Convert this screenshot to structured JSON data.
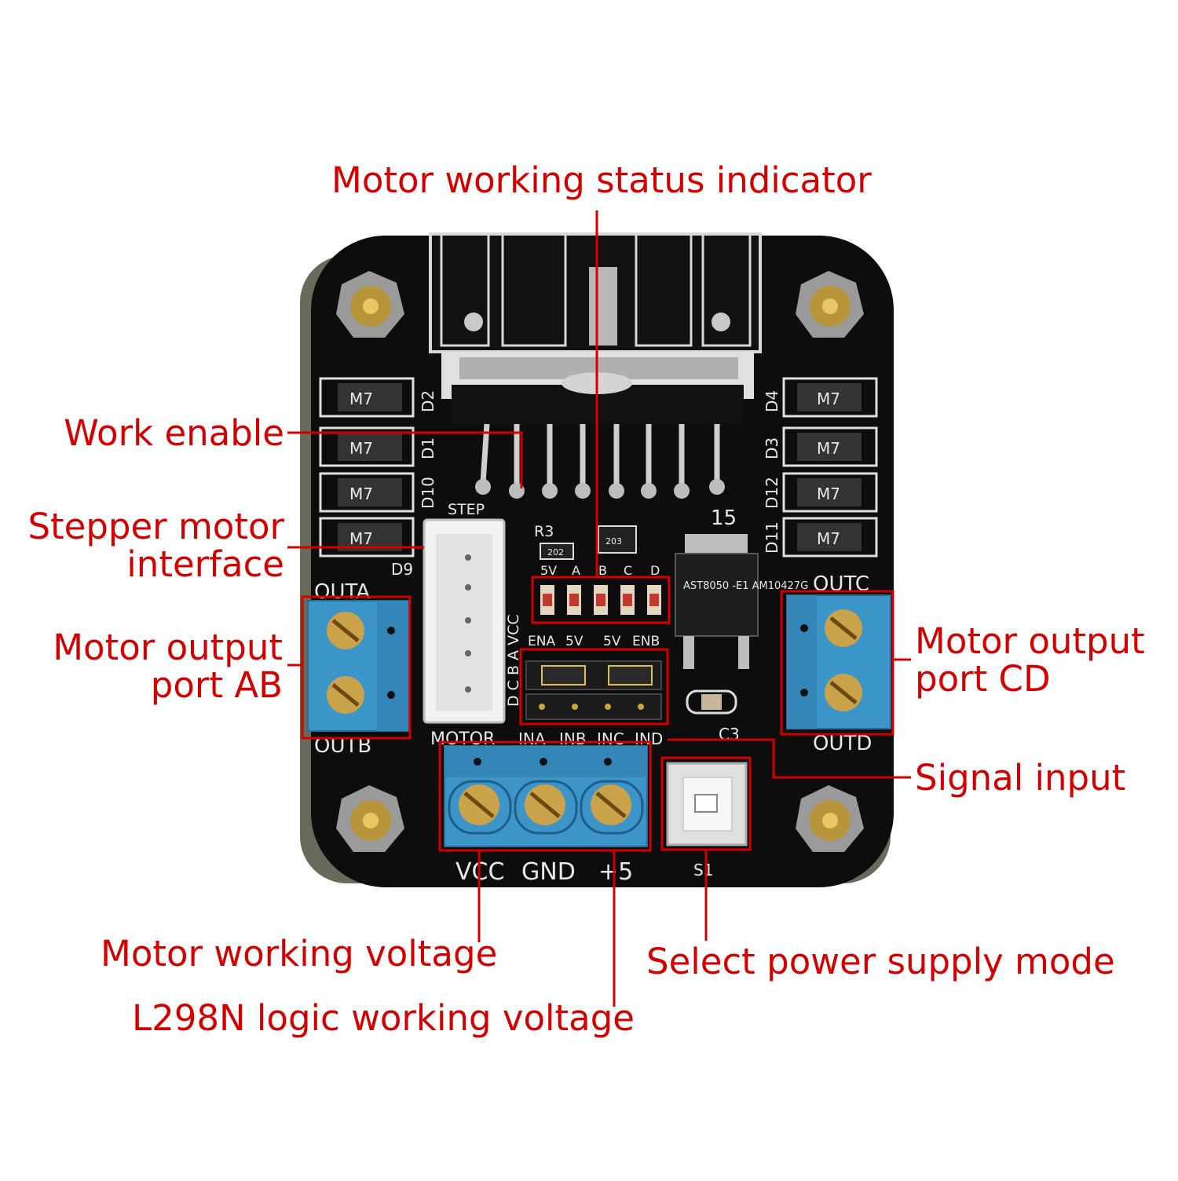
{
  "colors": {
    "annotation": "#d40000",
    "board": "#0d0d0d",
    "terminal": "#3c95c9",
    "silkscreen": "#e8e8e8"
  },
  "annotations": {
    "status_indicator": "Motor working status indicator",
    "work_enable": "Work enable",
    "stepper_interface_line1": "Stepper motor",
    "stepper_interface_line2": "interface",
    "output_ab_line1": "Motor output",
    "output_ab_line2": "port AB",
    "output_cd_line1": "Motor output",
    "output_cd_line2": "port CD",
    "signal_input": "Signal input",
    "motor_voltage": "Motor working voltage",
    "power_mode": "Select power supply mode",
    "logic_voltage": "L298N logic working voltage"
  },
  "silkscreen": {
    "d2": "D2",
    "d1": "D1",
    "d10": "D10",
    "d9": "D9",
    "d4": "D4",
    "d3": "D3",
    "d12": "D12",
    "d11": "D11",
    "diode": "M7",
    "step": "STEP",
    "r3": "R3",
    "r3_code": "202",
    "ic_code": "203",
    "pin_15": "15",
    "led_5v": "5V",
    "led_a": "A",
    "led_b": "B",
    "led_c": "C",
    "led_d": "D",
    "jumper_ena": "ENA",
    "jumper_5v_1": "5V",
    "jumper_5v_2": "5V",
    "jumper_enb": "ENB",
    "header_pins": "D C B A VCC",
    "regulator": "AST8050 -E1 AM10427G",
    "outa": "OUTA",
    "outb": "OUTB",
    "outc": "OUTC",
    "outd": "OUTD",
    "motor": "MOTOR",
    "ina": "INA",
    "inb": "INB",
    "inc": "INC",
    "ind": "IND",
    "vcc": "VCC",
    "gnd": "GND",
    "plus5": "+5",
    "c3": "C3",
    "s1": "S1"
  }
}
